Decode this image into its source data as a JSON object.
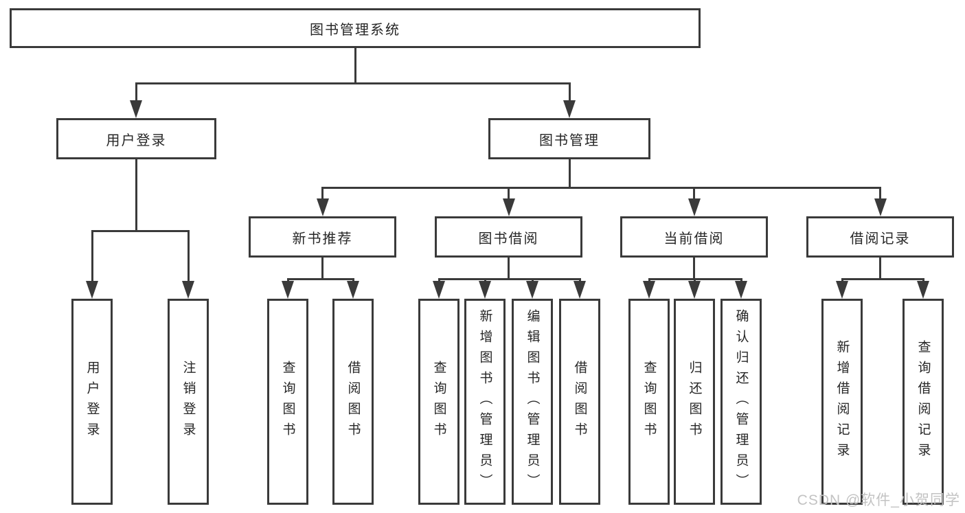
{
  "diagram": {
    "root": "图书管理系统",
    "level2": [
      "用户登录",
      "图书管理"
    ],
    "level3": [
      "新书推荐",
      "图书借阅",
      "当前借阅",
      "借阅记录"
    ],
    "leaves": {
      "user_login": [
        "用户登录",
        "注销登录"
      ],
      "new_book": [
        "查询图书",
        "借阅图书"
      ],
      "book_borrow": [
        "查询图书",
        "新增图书（管理员）",
        "编辑图书（管理员）",
        "借阅图书"
      ],
      "current_borrow": [
        "查询图书",
        "归还图书",
        "确认归还（管理员）"
      ],
      "borrow_record": [
        "新增借阅记录",
        "查询借阅记录"
      ]
    }
  },
  "watermark": {
    "text": "CSDN @软件_小贺同学"
  },
  "colors": {
    "line": "#3a3a3a",
    "text": "#262626",
    "watermark": "#c3c3c3",
    "background": "#ffffff"
  }
}
